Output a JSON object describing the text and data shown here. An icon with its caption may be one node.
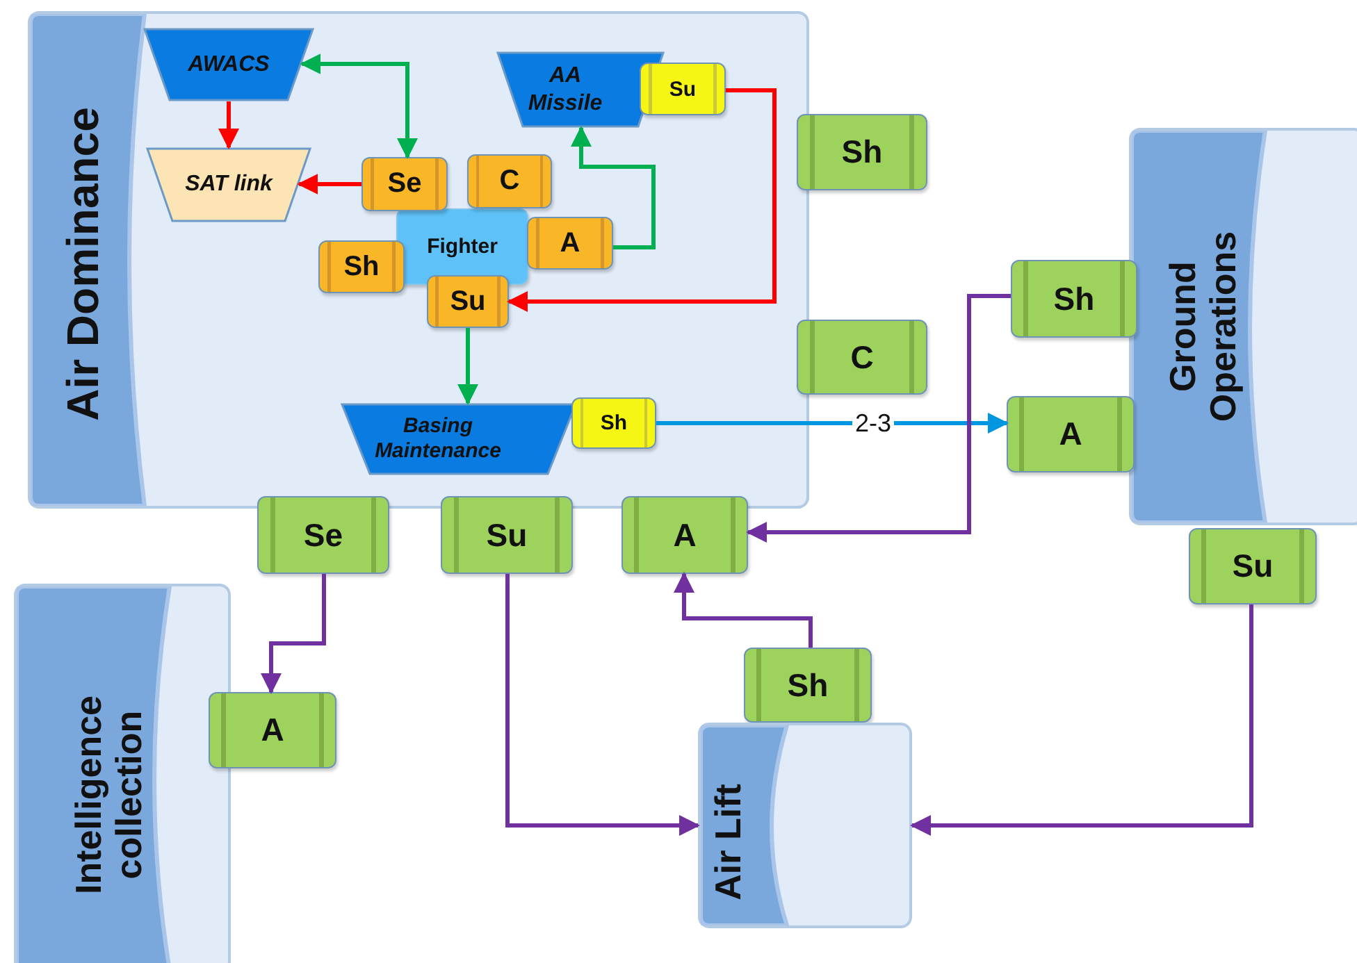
{
  "diagram": {
    "nodes": [
      {
        "text": [
          "Air Dominance"
        ]
      },
      {
        "text": [
          "AWACS"
        ],
        "in": 0
      },
      {
        "text": [
          "SAT link"
        ],
        "in": 0
      },
      {
        "text": [
          "AA Missile"
        ],
        "in": 0
      },
      {
        "text": [
          "Su"
        ],
        "in": 0
      },
      {
        "text": [
          "Fighter"
        ],
        "in": 0
      },
      {
        "text": [
          "Se"
        ],
        "in": 0
      },
      {
        "text": [
          "C"
        ],
        "in": 0
      },
      {
        "text": [
          "A"
        ],
        "in": 0
      },
      {
        "text": [
          "Sh"
        ],
        "in": 0
      },
      {
        "text": [
          "Su"
        ],
        "in": 0
      },
      {
        "text": [
          "Basing Maintenance"
        ],
        "in": 0
      },
      {
        "text": [
          "Sh"
        ],
        "in": 0
      },
      {
        "text": [
          "Sh"
        ]
      },
      {
        "text": [
          "C"
        ]
      },
      {
        "text": [
          "Ground Operations"
        ]
      },
      {
        "text": [
          "Sh"
        ]
      },
      {
        "text": [
          "A"
        ]
      },
      {
        "text": [
          "Su"
        ]
      },
      {
        "text": [
          "Se"
        ]
      },
      {
        "text": [
          "Su"
        ]
      },
      {
        "text": [
          "A"
        ]
      },
      {
        "text": [
          "Intelligence collection"
        ]
      },
      {
        "text": [
          "A"
        ]
      },
      {
        "text": [
          "Sh"
        ]
      },
      {
        "text": [
          "Air Lift"
        ]
      }
    ],
    "edges": [
      {
        "from": 1,
        "to": 6,
        "arrow": "both",
        "color": "#00b050"
      },
      {
        "from": 1,
        "to": 2,
        "arrow": "to",
        "color": "#ff0000"
      },
      {
        "from": 6,
        "to": 2,
        "arrow": "to",
        "color": "#ff0000"
      },
      {
        "from": 8,
        "to": 3,
        "arrow": "to",
        "color": "#00b050"
      },
      {
        "from": 4,
        "to": 10,
        "arrow": "to",
        "color": "#ff0000"
      },
      {
        "from": 10,
        "to": 11,
        "arrow": "to",
        "color": "#00b050"
      },
      {
        "from": 12,
        "to": 17,
        "arrow": "to",
        "label": "2-3",
        "color": "#0096e0"
      },
      {
        "from": 16,
        "to": 21,
        "arrow": "to"
      },
      {
        "from": 19,
        "to": 23,
        "arrow": "to"
      },
      {
        "from": 20,
        "to": 25,
        "arrow": "to"
      },
      {
        "from": 24,
        "to": 21,
        "arrow": "to"
      },
      {
        "from": 18,
        "to": 25,
        "arrow": "to"
      }
    ]
  }
}
